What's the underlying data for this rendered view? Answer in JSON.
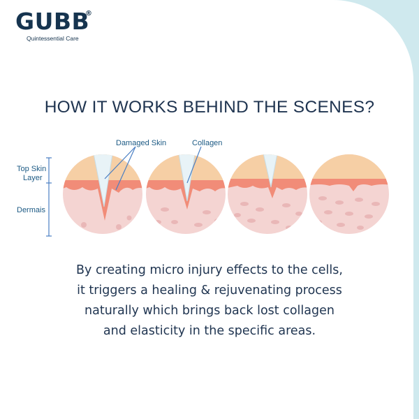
{
  "brand": {
    "name": "GUBB",
    "registered_mark": "®",
    "tagline": "Quintessential Care"
  },
  "headline": "HOW IT WORKS BEHIND THE SCENES?",
  "diagram": {
    "label_damaged_skin": "Damaged Skin",
    "label_collagen": "Collagen",
    "label_top_skin_line1": "Top Skin",
    "label_top_skin_line2": "Layer",
    "label_dermis": "Dermais",
    "stages": [
      {
        "name": "needle-inserted"
      },
      {
        "name": "collagen-forming"
      },
      {
        "name": "healing"
      },
      {
        "name": "healed"
      }
    ],
    "colors": {
      "top_layer": "#f6cfa5",
      "red_layer": "#f18c78",
      "dermis": "#f4d4d2",
      "cells": "#e9b7b7",
      "needle": "#e8f3f7",
      "label": "#1c5a84",
      "accent_line": "#4a7fc3"
    }
  },
  "body": {
    "line1": "By creating micro injury effects to the cells,",
    "line2": "it triggers a healing & rejuvenating process",
    "line3": "naturally which brings back lost collagen",
    "line4": "and elasticity in the specific areas."
  }
}
